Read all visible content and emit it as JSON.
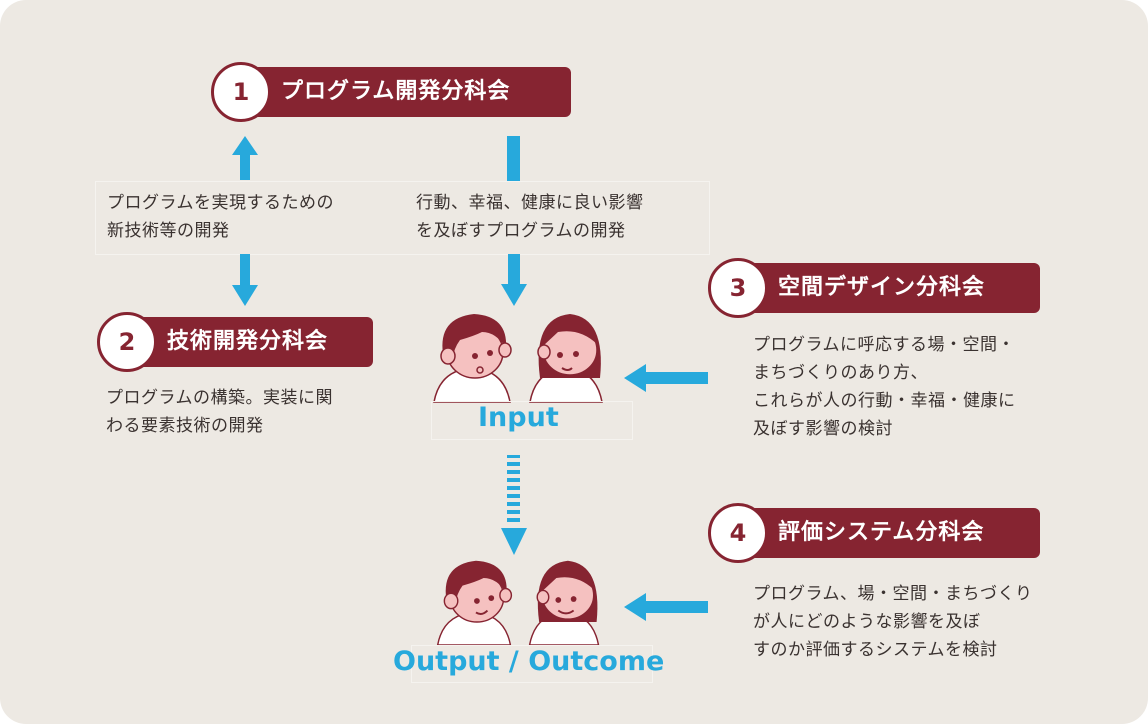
{
  "colors": {
    "background": "#ede9e3",
    "accent_dark_red": "#862431",
    "arrow_blue": "#27a9dc",
    "skin": "#f5c1c0",
    "text": "#3a3230"
  },
  "committees": [
    {
      "number": "1",
      "title": "プログラム開発分科会"
    },
    {
      "number": "2",
      "title": "技術開発分科会",
      "description": [
        "プログラムの構築。実装に関",
        "わる要素技術の開発"
      ]
    },
    {
      "number": "3",
      "title": "空間デザイン分科会",
      "description": [
        "プログラムに呼応する場・空間・",
        "まちづくりのあり方、",
        "これらが人の行動・幸福・健康に",
        "及ぼす影響の検討"
      ]
    },
    {
      "number": "4",
      "title": "評価システム分科会",
      "description": [
        "プログラム、場・空間・まちづくり",
        "が人にどのような影響を及ぼ",
        "すのか評価するシステムを検討"
      ]
    }
  ],
  "flows": {
    "tech_to_program": [
      "プログラムを実現するための",
      "新技術等の開発"
    ],
    "program_to_input": [
      "行動、幸福、健康に良い影響",
      "を及ぼすプログラムの開発"
    ]
  },
  "stages": {
    "input": "Input",
    "output": "Output / Outcome"
  },
  "icons": [
    "arrow-up-icon",
    "arrow-down-icon",
    "arrow-left-icon",
    "dashed-arrow-down-icon",
    "people-illustration"
  ]
}
